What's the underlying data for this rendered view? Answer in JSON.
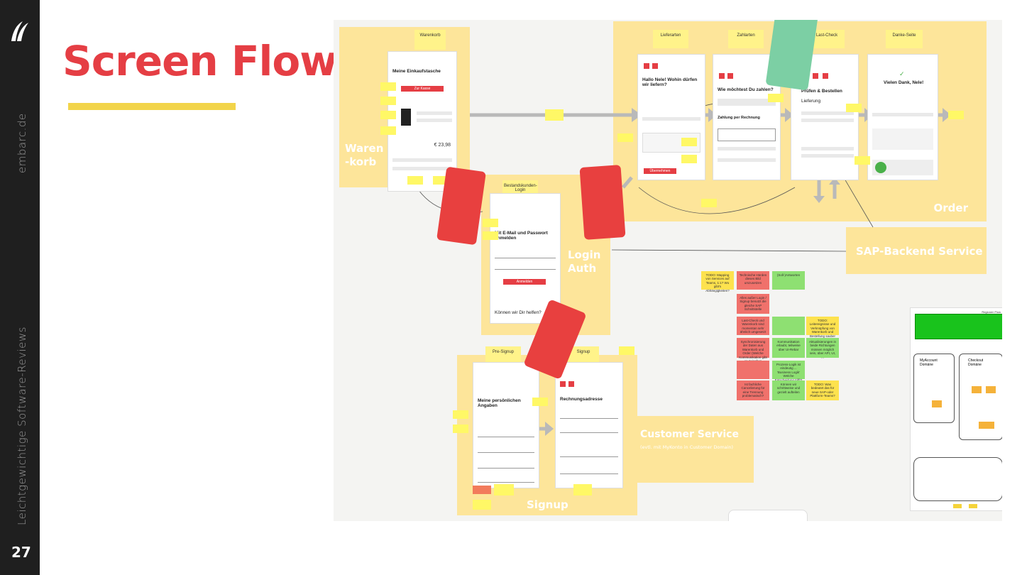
{
  "sidebar": {
    "brand": "embarc.de",
    "tagline": "Leichtgewichtige Software-Reviews",
    "page_number": "27",
    "logo_icon": "embarc-logo-icon"
  },
  "slide": {
    "title": "Screen Flow",
    "accent_color": "#e53e44",
    "underline_color": "#f2d44a"
  },
  "board": {
    "zones": {
      "warenkorb": "Waren\n-korb",
      "login": "Login\nAuth",
      "order": "Order",
      "sap": "SAP-Backend Service",
      "customer_service": "Customer Service",
      "customer_service_sub": "(evtl. mit MyKonto in Customer Domain)",
      "signup": "Signup"
    },
    "stages": {
      "warenkorb": "Warenkorb",
      "bestandskunden": "Bestandskunden-Login",
      "lieferarten": "Lieferarten",
      "zahlarten": "Zahlarten",
      "last_check": "Last-Check",
      "danke": "Danke-Seite",
      "pre_signup": "Pre-Signup",
      "signup": "Signup"
    },
    "screens": {
      "warenkorb_heading": "Meine Einkaufstasche",
      "warenkorb_total": "€ 23,98",
      "warenkorb_cta": "Zur Kasse",
      "login_heading": "Mit E-Mail und Passwort anmelden",
      "login_button": "Anmelden",
      "login_footer": "Können wir Dir helfen?",
      "lieferarten_heading": "Hallo Nele! Wohin dürfen wir liefern?",
      "lieferarten_button": "Übernehmen",
      "zahlarten_heading": "Wie möchtest Du zahlen?",
      "zahlarten_option": "Zahlung per Rechnung",
      "lastcheck_heading": "Prüfen & Bestellen",
      "lastcheck_section": "Lieferung",
      "danke_heading": "Vielen Dank, Nele!",
      "presignup_heading": "Meine persönlichen Angaben",
      "signup_heading": "Rechnungsadresse"
    },
    "notes": {
      "todo_mapping": "TODO: Mapping von Services auf Teams, 1:1? Wo gibt's Abhängigkeiten?",
      "tech_hurdles": "Technische Hürden dieses Bild umzusetzen",
      "target_picture": "(Soll-)Antworten",
      "note_login": "Alles außer Login / Signup benutzt die gleiche SAP Schnittstelle",
      "note_lastcheck": "Last-Check und Warenkorb sind momentan sehr ähnlich umgesetzt",
      "note_lead": "TODO: Leitereignisse und Verknüpfung von Warenkorb und Bestellung sauber erweitern",
      "note_sync": "Synchronisierung der Daten aus Warenkorb und Order (Welche Kommunikation gibt es zwischen Domänen?)",
      "note_comm": "Kommunikation erlaubt, teilweise über UI-Rebar",
      "note_update": "Aktualisierungen in beide Richtungen müssen möglich sein, über API, UI, ...",
      "note_process": "Prozess-Logik ist eindeutig ... 'Business Logik' Welche Entscheidung trifft?",
      "note_split": "Ist fachliche Cancelierung für eine Trennung problematisch?",
      "note_trennung": "Können wir schrittweise und gezielt aufteilen",
      "note_todo_sap": "TODO: Was bedeutet das für neue SAP-oder Plattform-Teams?"
    },
    "mini_diagram": {
      "title": "Regionen Flow",
      "myaccount": "MyAccount Domäne",
      "checkout": "Checkout Domäne"
    },
    "colors": {
      "zone": "#fde59a",
      "red_card": "#e8403f",
      "green_card": "#7ccfa4"
    }
  }
}
